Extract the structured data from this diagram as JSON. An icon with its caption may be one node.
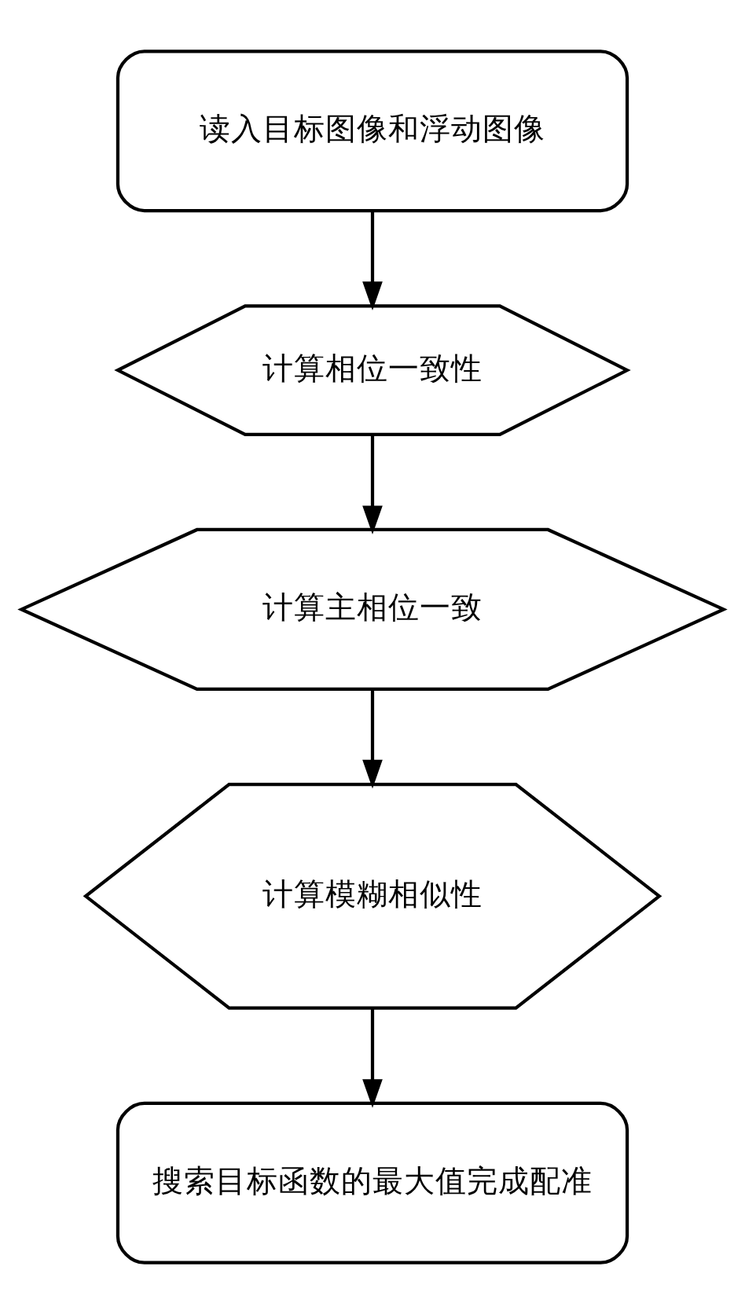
{
  "diagram": {
    "nodes": [
      {
        "text": [
          "读入目标图像和浮动图像"
        ]
      },
      {
        "text": [
          "计算相位一致性"
        ]
      },
      {
        "text": [
          "计算主相位一致"
        ]
      },
      {
        "text": [
          "计算模糊相似性"
        ]
      },
      {
        "text": [
          "搜索目标函数的最大值完成配准"
        ]
      }
    ],
    "edges": [
      {
        "from": 0,
        "to": 1,
        "arrow": "to"
      },
      {
        "from": 1,
        "to": 2,
        "arrow": "to"
      },
      {
        "from": 2,
        "to": 3,
        "arrow": "to"
      },
      {
        "from": 3,
        "to": 4,
        "arrow": "to"
      }
    ]
  }
}
